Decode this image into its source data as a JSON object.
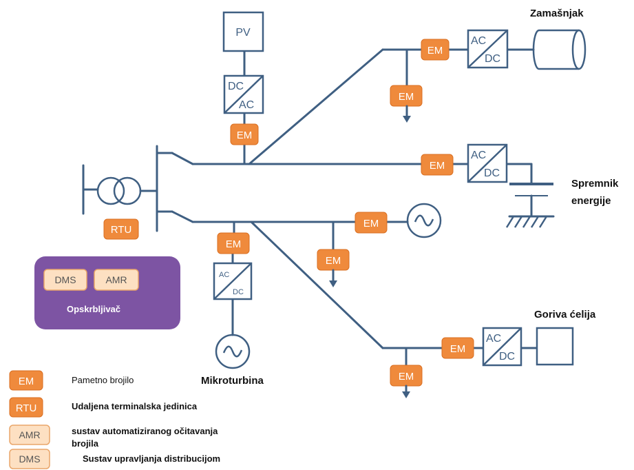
{
  "components": {
    "pv": "PV",
    "em": "EM",
    "rtu": "RTU",
    "conv_ac": "AC",
    "conv_dc": "DC"
  },
  "labels": {
    "flywheel": "Zamašnjak",
    "storage_1": "Spremnik",
    "storage_2": "energije",
    "fuel_cell": "Goriva ćelija",
    "microturbine": "Mikroturbina"
  },
  "supplier": {
    "title": "Opskrbljivač",
    "dms": "DMS",
    "amr": "AMR"
  },
  "legend": [
    {
      "key": "EM",
      "text": "Pametno brojilo"
    },
    {
      "key": "RTU",
      "text": "Udaljena terminalska jedinica"
    },
    {
      "key": "AMR",
      "text": "sustav automatiziranog očitavanja",
      "text2": "brojila"
    },
    {
      "key": "DMS",
      "text": "Sustav upravljanja distribucijom"
    }
  ],
  "colors": {
    "line": "#3f5f82",
    "em_orange": "#ef8a3c",
    "supplier_purple": "#7d54a3",
    "legend_light": "#fde0c2"
  }
}
